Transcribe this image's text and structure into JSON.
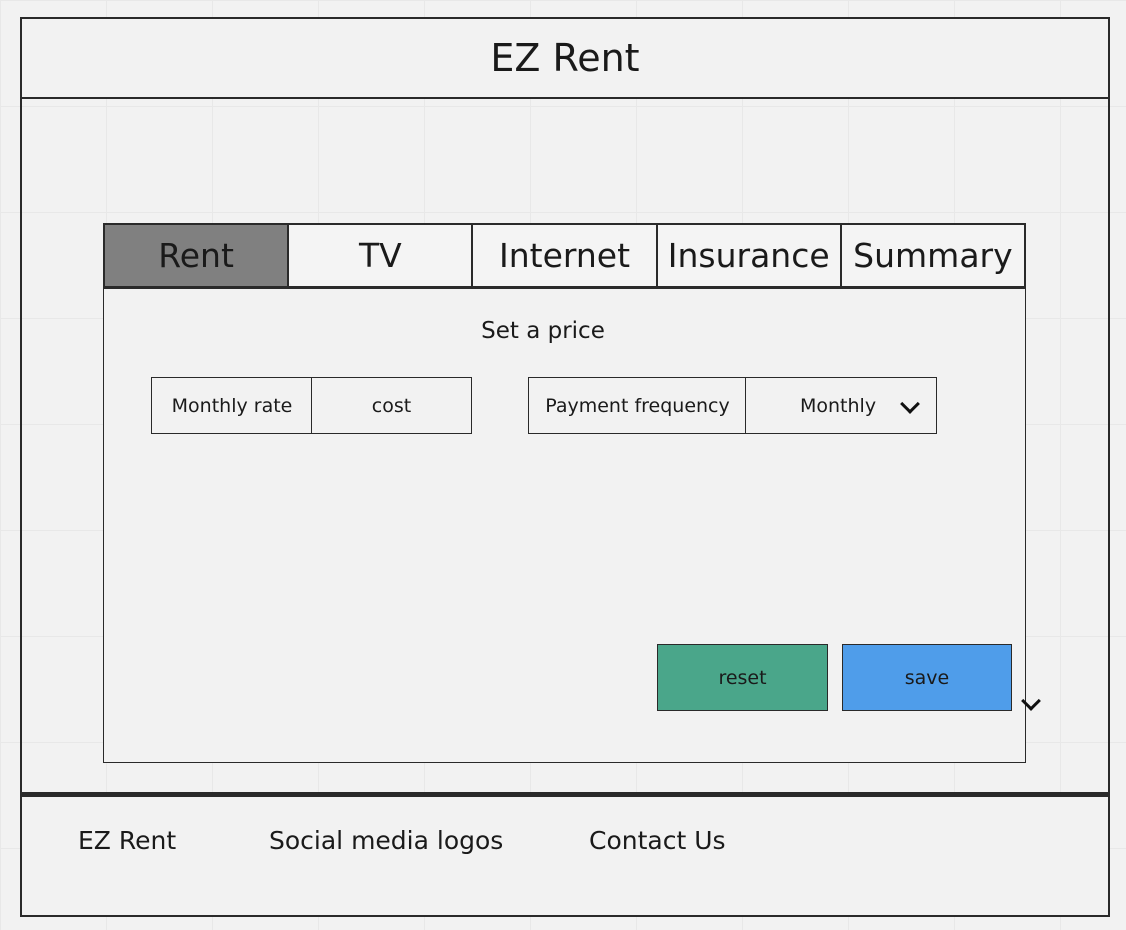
{
  "app": {
    "title": "EZ Rent"
  },
  "tabs": [
    {
      "label": "Rent",
      "active": true
    },
    {
      "label": "TV",
      "active": false
    },
    {
      "label": "Internet",
      "active": false
    },
    {
      "label": "Insurance",
      "active": false
    },
    {
      "label": "Summary",
      "active": false
    }
  ],
  "form": {
    "heading": "Set a price",
    "monthly_rate_label": "Monthly rate",
    "cost_value": "cost",
    "payment_frequency_label": "Payment frequency",
    "payment_frequency_selected": "Monthly"
  },
  "actions": {
    "reset_label": "reset",
    "save_label": "save"
  },
  "footer": {
    "brand": "EZ Rent",
    "social": "Social media logos",
    "contact": "Contact Us"
  },
  "colors": {
    "active_tab": "#808080",
    "reset_button": "#4aa68a",
    "save_button": "#4f9dea"
  },
  "icons": {
    "dropdown": "chevron-down-icon",
    "scroll": "chevron-down-icon"
  }
}
